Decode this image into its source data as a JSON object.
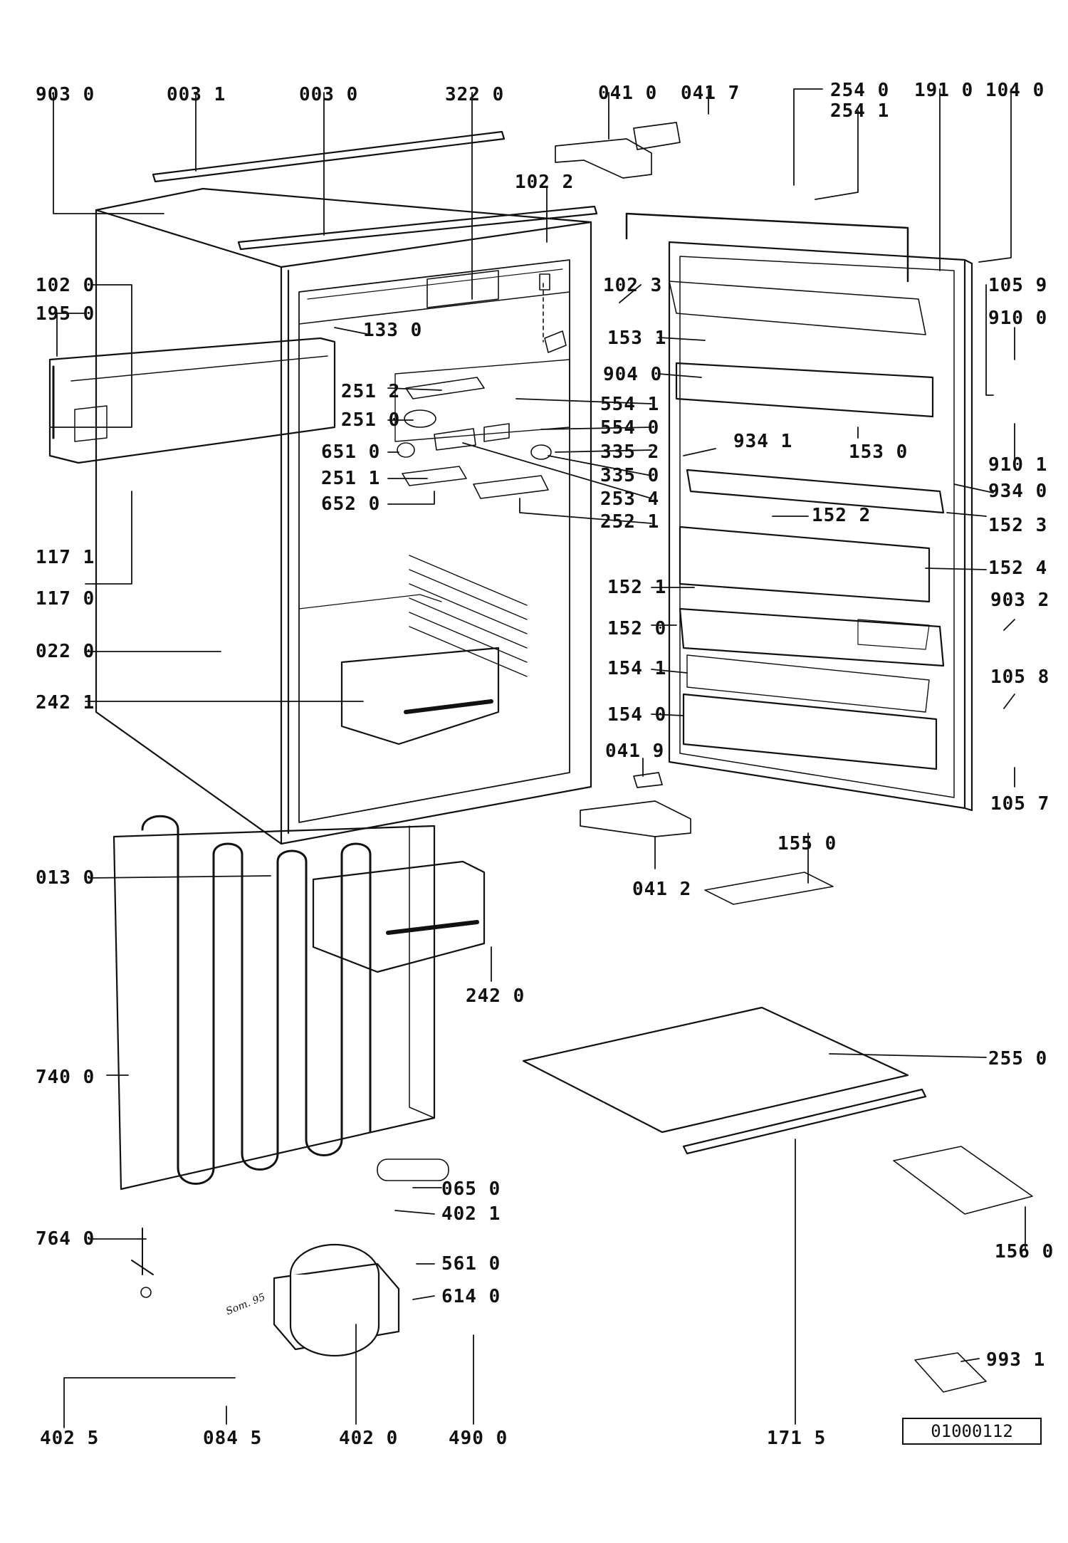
{
  "diagram": {
    "drawing_number": "01000112",
    "stamp_text": "Som. 95",
    "parts": [
      {
        "id": "p9030",
        "label": "903 0"
      },
      {
        "id": "p0031",
        "label": "003 1"
      },
      {
        "id": "p0030",
        "label": "003 0"
      },
      {
        "id": "p3220",
        "label": "322 0"
      },
      {
        "id": "p0410",
        "label": "041 0"
      },
      {
        "id": "p0417",
        "label": "041 7"
      },
      {
        "id": "p2540",
        "label": "254 0"
      },
      {
        "id": "p2541",
        "label": "254 1"
      },
      {
        "id": "p1910",
        "label": "191 0"
      },
      {
        "id": "p1040",
        "label": "104 0"
      },
      {
        "id": "p1022",
        "label": "102 2"
      },
      {
        "id": "p1020",
        "label": "102 0"
      },
      {
        "id": "p1950",
        "label": "195 0"
      },
      {
        "id": "p1330",
        "label": "133 0"
      },
      {
        "id": "p1023",
        "label": "102 3"
      },
      {
        "id": "p1059",
        "label": "105 9"
      },
      {
        "id": "p9100",
        "label": "910 0"
      },
      {
        "id": "p1531",
        "label": "153 1"
      },
      {
        "id": "p9040",
        "label": "904 0"
      },
      {
        "id": "p2512",
        "label": "251 2"
      },
      {
        "id": "p5541",
        "label": "554 1"
      },
      {
        "id": "p2510",
        "label": "251 0"
      },
      {
        "id": "p5540",
        "label": "554 0"
      },
      {
        "id": "p9341",
        "label": "934 1"
      },
      {
        "id": "p1530",
        "label": "153 0"
      },
      {
        "id": "p6510",
        "label": "651 0"
      },
      {
        "id": "p3352",
        "label": "335 2"
      },
      {
        "id": "p9101",
        "label": "910 1"
      },
      {
        "id": "p3350",
        "label": "335 0"
      },
      {
        "id": "p2511",
        "label": "251 1"
      },
      {
        "id": "p2534",
        "label": "253 4"
      },
      {
        "id": "p9340",
        "label": "934 0"
      },
      {
        "id": "p6520",
        "label": "652 0"
      },
      {
        "id": "p2521",
        "label": "252 1"
      },
      {
        "id": "p1522",
        "label": "152 2"
      },
      {
        "id": "p1523",
        "label": "152 3"
      },
      {
        "id": "p1171",
        "label": "117 1"
      },
      {
        "id": "p1524",
        "label": "152 4"
      },
      {
        "id": "p1521",
        "label": "152 1"
      },
      {
        "id": "p1170",
        "label": "117 0"
      },
      {
        "id": "p9032",
        "label": "903 2"
      },
      {
        "id": "p1520",
        "label": "152 0"
      },
      {
        "id": "p0220",
        "label": "022 0"
      },
      {
        "id": "p1058",
        "label": "105 8"
      },
      {
        "id": "p1541",
        "label": "154 1"
      },
      {
        "id": "p2421",
        "label": "242 1"
      },
      {
        "id": "p1540",
        "label": "154 0"
      },
      {
        "id": "p0419",
        "label": "041 9"
      },
      {
        "id": "p1057",
        "label": "105 7"
      },
      {
        "id": "p1550",
        "label": "155 0"
      },
      {
        "id": "p0130",
        "label": "013 0"
      },
      {
        "id": "p0412",
        "label": "041 2"
      },
      {
        "id": "p2420",
        "label": "242 0"
      },
      {
        "id": "p2550",
        "label": "255 0"
      },
      {
        "id": "p7400",
        "label": "740 0"
      },
      {
        "id": "p0650",
        "label": "065 0"
      },
      {
        "id": "p4021",
        "label": "402 1"
      },
      {
        "id": "p1560",
        "label": "156 0"
      },
      {
        "id": "p7640",
        "label": "764 0"
      },
      {
        "id": "p5610",
        "label": "561 0"
      },
      {
        "id": "p6140",
        "label": "614 0"
      },
      {
        "id": "p9931",
        "label": "993 1"
      },
      {
        "id": "p4025",
        "label": "402 5"
      },
      {
        "id": "p0845",
        "label": "084 5"
      },
      {
        "id": "p4020",
        "label": "402 0"
      },
      {
        "id": "p4900",
        "label": "490 0"
      },
      {
        "id": "p1715",
        "label": "171 5"
      }
    ]
  }
}
